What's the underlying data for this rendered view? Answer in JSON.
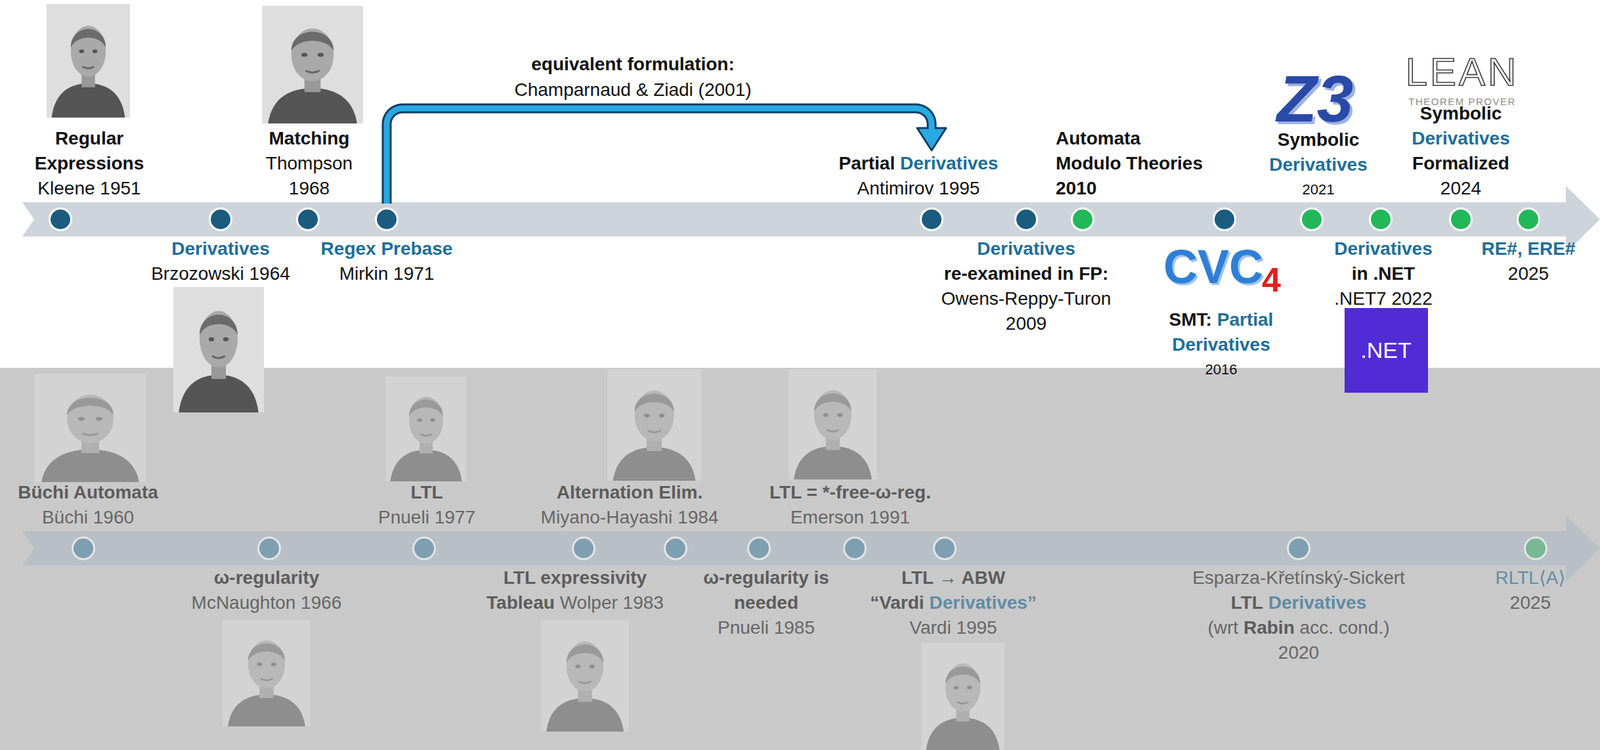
{
  "diagram": {
    "nodes": [
      {
        "text": [
          "Regular Expressions",
          "Kleene 1951"
        ]
      },
      {
        "text": [
          "Derivatives",
          "Brzozowski 1964"
        ]
      },
      {
        "text": [
          "Matching",
          "Thompson 1968"
        ]
      },
      {
        "text": [
          "Regex Prebase",
          "Mirkin 1971"
        ]
      },
      {
        "text": [
          "Partial",
          "Derivatives",
          "Antimirov 1995"
        ]
      },
      {
        "text": [
          "Derivatives",
          "re-examined in FP:",
          "Owens-Reppy-Turon 2009"
        ]
      },
      {
        "text": [
          "Automata Modulo Theories 2010"
        ]
      },
      {
        "text": [
          "SMT:",
          "Partial Derivatives",
          "2016"
        ]
      },
      {
        "text": [
          "Symbolic",
          "Derivatives",
          "2021"
        ]
      },
      {
        "text": [
          "Derivatives",
          "in .NET",
          ".NET7 2022"
        ]
      },
      {
        "text": [
          "Symbolic",
          "Derivatives",
          "Formalized",
          "2024"
        ]
      },
      {
        "text": [
          "RE#, ERE#",
          "2025"
        ]
      },
      {
        "text": [
          "Büchi Automata",
          "Büchi 1960"
        ]
      },
      {
        "text": [
          "ω-regularity",
          "McNaughton 1966"
        ]
      },
      {
        "text": [
          "LTL",
          "Pnueli 1977"
        ]
      },
      {
        "text": [
          "LTL expressivity",
          "Tableau",
          "Wolper 1983"
        ]
      },
      {
        "text": [
          "Alternation Elim.",
          "Miyano-Hayashi 1984"
        ]
      },
      {
        "text": [
          "ω-regularity is needed",
          "Pnueli 1985"
        ]
      },
      {
        "text": [
          "LTL = *-free-ω-reg.",
          "Emerson 1991"
        ]
      },
      {
        "text": [
          "LTL → ABW",
          "“Vardi",
          "Derivatives”",
          "Vardi 1995"
        ]
      },
      {
        "text": [
          "Esparza-Křetínský-Sickert",
          "LTL",
          "Derivatives",
          "(wrt",
          "Rabin",
          "acc. cond.)",
          "2020"
        ]
      },
      {
        "text": [
          "RLTL⟨A⟩",
          "2025"
        ]
      }
    ],
    "edges": [
      {
        "from": 3,
        "to": 4,
        "arrow": "to"
      }
    ],
    "labels": [
      "equivalent formulation:",
      "Champarnaud & Ziadi (2001)",
      "Z3",
      "CVC",
      "4",
      ".NET",
      "LEAN",
      "THEOREM PROVER"
    ]
  }
}
